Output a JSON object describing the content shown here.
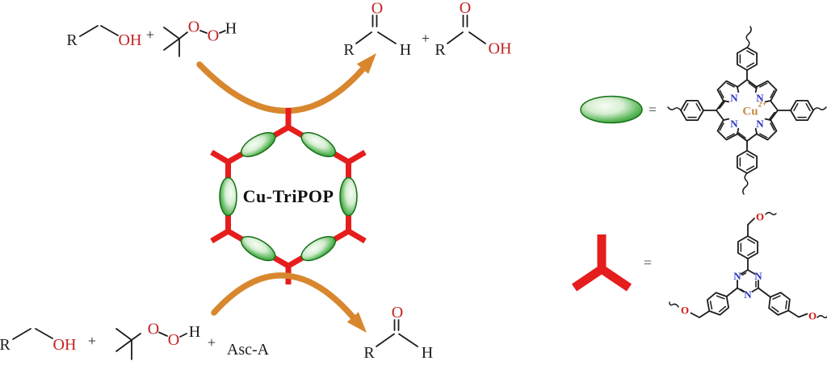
{
  "colors": {
    "background": "#ffffff",
    "structure_black": "#1c1c1c",
    "heteroatom_red": "#c32222",
    "polymer_red": "#e51d1d",
    "arrow_orange": "#d8872e",
    "nitrogen_blue": "#2a35c4",
    "copper_tan": "#c08b4a",
    "node_green": "#2e8b2e"
  },
  "center": {
    "catalyst_label": "Cu-TriPOP"
  },
  "top_reaction": {
    "alcohol": {
      "r": "R",
      "oh": "OH"
    },
    "plus": "+",
    "oxidant": {
      "o1": "O",
      "o2": "O",
      "h": "H"
    }
  },
  "top_products": {
    "aldehyde": {
      "o": "O",
      "r": "R",
      "h": "H"
    },
    "plus": "+",
    "acid": {
      "o": "O",
      "r": "R",
      "oh": "OH"
    }
  },
  "bottom_reaction": {
    "alcohol": {
      "r": "R",
      "oh": "OH"
    },
    "plus1": "+",
    "oxidant": {
      "o1": "O",
      "o2": "O",
      "h": "H"
    },
    "plus2": "+",
    "additive": "Asc-A"
  },
  "bottom_product": {
    "aldehyde": {
      "o": "O",
      "r": "R",
      "h": "H"
    }
  },
  "legend_porphyrin": {
    "equals": "=",
    "nitrogen": "N",
    "metal": "Cu",
    "metal_charge": "2+"
  },
  "legend_triazine": {
    "equals": "=",
    "nitrogen": "N",
    "oxygen": "O"
  }
}
